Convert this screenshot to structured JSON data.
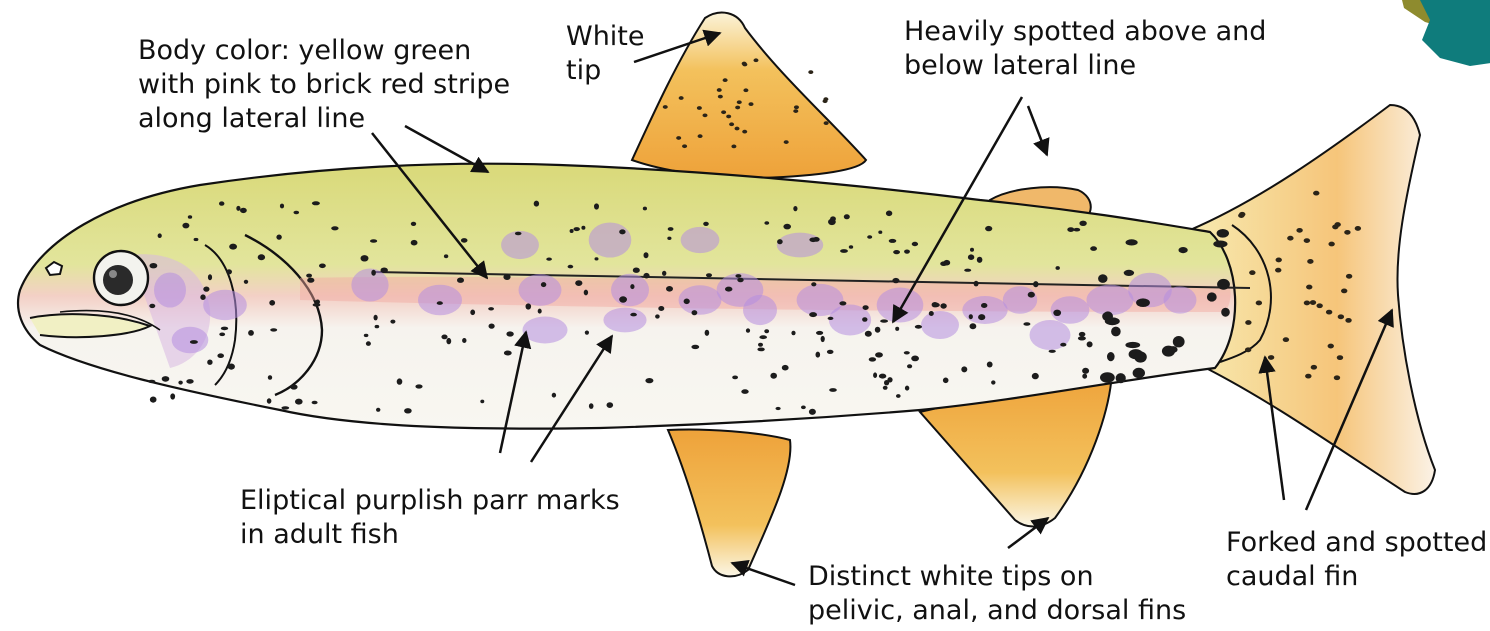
{
  "labels": {
    "body_color": [
      "Body color: yellow green",
      "with pink to brick red stripe",
      "along lateral line"
    ],
    "white_tip": [
      "White",
      "tip"
    ],
    "heavily_spotted": [
      "Heavily spotted above and",
      "below lateral line"
    ],
    "parr_marks": [
      "Eliptical purplish parr marks",
      "in adult fish"
    ],
    "white_tips_fins": [
      "Distinct white tips on",
      "pelivic, anal, and dorsal fins"
    ],
    "caudal_fin": [
      "Forked and spotted",
      "caudal fin"
    ]
  },
  "colors": {
    "body_yellow_green": "#dfe08a",
    "belly_white": "#f7f6ef",
    "lateral_stripe": "#f2b8b0",
    "parr_mark": "#b48ee0",
    "fin_orange": "#f0b54a",
    "map_teal": "#0f7c7c",
    "map_olive": "#8e8b2e"
  }
}
